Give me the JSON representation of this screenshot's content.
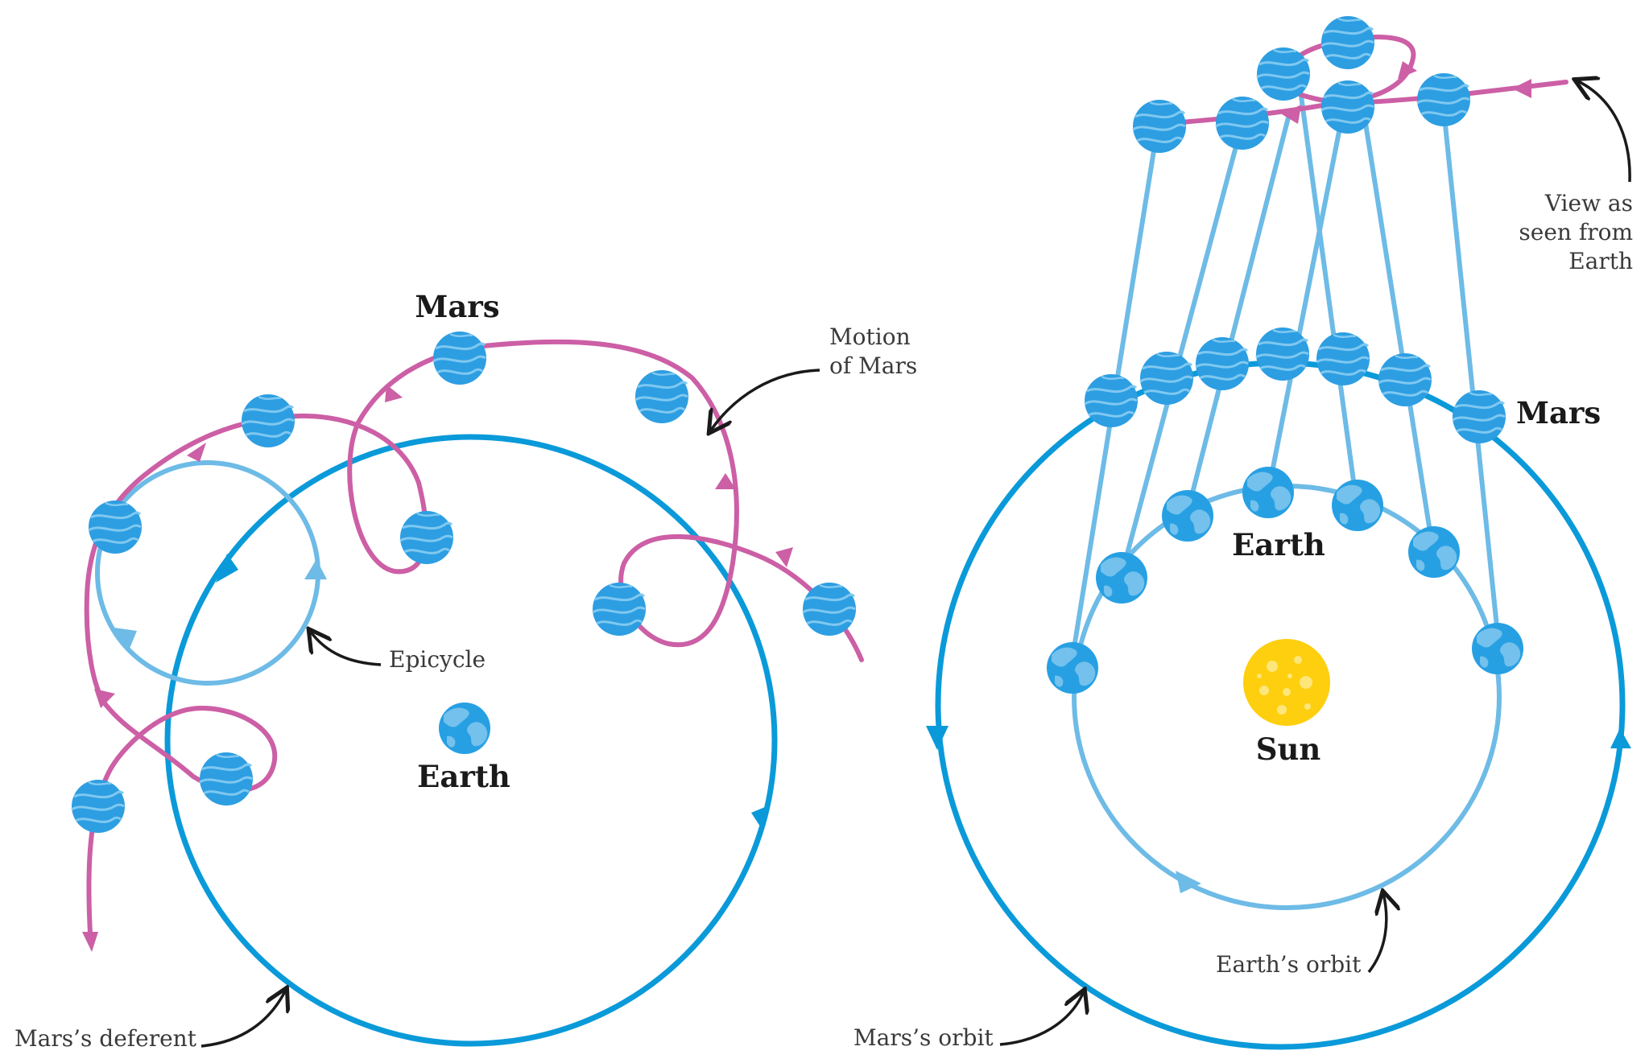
{
  "colors": {
    "deferent_blue": "#0a9ad9",
    "epicycle_blue": "#6dbbe6",
    "motion_pink": "#cc5fa5",
    "mars_fill": "#2d9ee2",
    "earth_fill": "#27a0e3",
    "sun_fill": "#fdcf0f",
    "annotation": "#1a1a1a"
  },
  "icons": {
    "mars": "striped-planet",
    "earth": "globe-planet",
    "sun": "cratered-sun"
  },
  "left_diagram": {
    "mars_label": "Mars",
    "earth_label": "Earth",
    "motion_label_line1": "Motion",
    "motion_label_line2": "of Mars",
    "epicycle_label": "Epicycle",
    "deferent_label": "Mars’s deferent"
  },
  "right_diagram": {
    "view_label_line1": "View as",
    "view_label_line2": "seen from",
    "view_label_line3": "Earth",
    "mars_label": "Mars",
    "earth_label": "Earth",
    "sun_label": "Sun",
    "earth_orbit_label": "Earth’s orbit",
    "mars_orbit_label": "Mars’s orbit"
  }
}
